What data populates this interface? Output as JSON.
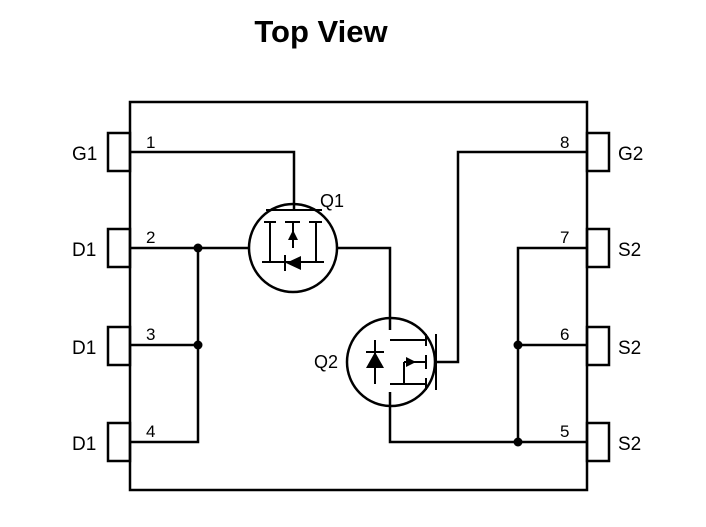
{
  "title": "Top View",
  "pins": [
    {
      "number": "1",
      "label": "G1"
    },
    {
      "number": "2",
      "label": "D1"
    },
    {
      "number": "3",
      "label": "D1"
    },
    {
      "number": "4",
      "label": "D1"
    },
    {
      "number": "5",
      "label": "S2"
    },
    {
      "number": "6",
      "label": "S2"
    },
    {
      "number": "7",
      "label": "S2"
    },
    {
      "number": "8",
      "label": "G2"
    }
  ],
  "transistors": [
    {
      "label": "Q1"
    },
    {
      "label": "Q2"
    }
  ],
  "colors": {
    "line": "#000000",
    "background": "#ffffff"
  }
}
